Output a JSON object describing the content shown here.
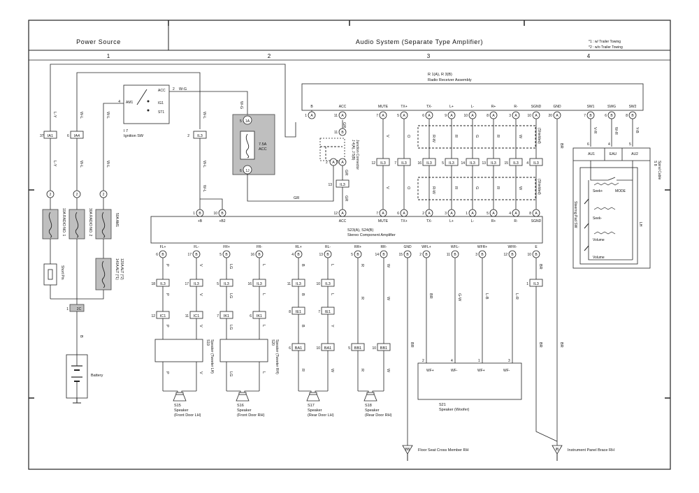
{
  "header": {
    "left_title": "Power Source",
    "right_title": "Audio System (Separate Type Amplifier)",
    "note1": "*1 : w/ Trailer Towing",
    "note2": "*2 : w/o Trailer Towing",
    "columns": [
      "1",
      "2",
      "3",
      "4"
    ]
  },
  "components": {
    "radio": {
      "id": "R 1(A), R 3(B)",
      "name": "Radio Receiver Assembly"
    },
    "amp": {
      "id": "S23(A), S24(B)",
      "name": "Stereo Component Amplifier"
    },
    "ignition": {
      "id": "I 7",
      "name": "Ignition SW",
      "terms": [
        "AM1",
        "ACC",
        "IG1",
        "ST1"
      ]
    },
    "acc_fuse": {
      "id": "7.5A",
      "name": "ACC"
    },
    "junction": {
      "id": "J 4(A), J 5(B)",
      "name": "Junction Connector"
    },
    "fuse_radio1": "10A RADIO NO. 1",
    "fuse_radio2": "30A RADIO NO. 2",
    "fuse_am1": "50A AM1",
    "fuse_alt": "140A ALT (*1)",
    "fuse_alt2": "120A ALT (*2)",
    "short_pin": "Short Pin",
    "battery": "Battery",
    "spiral": {
      "id": "S 8",
      "name": "Spiral Cable"
    },
    "steering": {
      "name": "Steering Pad SW",
      "side": "LH",
      "labels": [
        "Seek+",
        "MODE",
        "Seek-",
        "Volume",
        "Volume"
      ]
    },
    "tw_lh": {
      "id": "S19",
      "name": "Speaker (Tweeter LH)"
    },
    "tw_rh": {
      "id": "S20",
      "name": "Speaker (Tweeter RH)"
    },
    "sp_s15": {
      "id": "S15",
      "name": "Speaker",
      "loc": "(Front Door LH)"
    },
    "sp_s16": {
      "id": "S16",
      "name": "Speaker",
      "loc": "(Front Door RH)"
    },
    "sp_s17": {
      "id": "S17",
      "name": "Speaker",
      "loc": "(Rear Door LH)"
    },
    "sp_s18": {
      "id": "S18",
      "name": "Speaker",
      "loc": "(Rear Door RH)"
    },
    "woofer": {
      "id": "S21",
      "name": "Speaker (Woofer)",
      "pins": [
        "WF+",
        "WF-",
        "WF+",
        "WF-"
      ]
    },
    "ground_bb": {
      "id": "BB",
      "name": "Floor Seat Cross Member RH"
    },
    "ground_ib": {
      "id": "IB",
      "name": "Instrument Panel Brace RH"
    },
    "shielded": "(Shielded)"
  },
  "radio_pins": [
    {
      "name": "B",
      "no": "1"
    },
    {
      "name": "ACC",
      "no": "11"
    },
    {
      "name": "MUTE",
      "no": "7"
    },
    {
      "name": "TX+",
      "no": "5"
    },
    {
      "name": "TX-",
      "no": "6"
    },
    {
      "name": "L+",
      "no": "9"
    },
    {
      "name": "L-",
      "no": "10"
    },
    {
      "name": "R+",
      "no": "8"
    },
    {
      "name": "R-",
      "no": "3"
    },
    {
      "name": "SGND",
      "no": "10"
    },
    {
      "name": "GND",
      "no": "20"
    },
    {
      "name": "SW1",
      "no": "7"
    },
    {
      "name": "SWG",
      "no": "6"
    },
    {
      "name": "SW2",
      "no": "8"
    }
  ],
  "amp_top_pins": [
    {
      "name": "+B",
      "no": "1"
    },
    {
      "name": "+B2",
      "no": "10"
    },
    {
      "name": "ACC",
      "no": "12"
    },
    {
      "name": "MUTE",
      "no": "7"
    },
    {
      "name": "TX+",
      "no": "6"
    },
    {
      "name": "TX-",
      "no": "2"
    },
    {
      "name": "L+",
      "no": "3"
    },
    {
      "name": "L-",
      "no": "1"
    },
    {
      "name": "R+",
      "no": "5"
    },
    {
      "name": "R-",
      "no": "4"
    },
    {
      "name": "SGND",
      "no": "8"
    }
  ],
  "amp_bottom_pins": [
    {
      "name": "FL+",
      "no": "6"
    },
    {
      "name": "FL-",
      "no": "17"
    },
    {
      "name": "FR+",
      "no": "5"
    },
    {
      "name": "FR-",
      "no": "16"
    },
    {
      "name": "RL+",
      "no": "4"
    },
    {
      "name": "RL-",
      "no": "13"
    },
    {
      "name": "RR+",
      "no": "5"
    },
    {
      "name": "RR-",
      "no": "14"
    },
    {
      "name": "GND",
      "no": "15"
    },
    {
      "name": "WFL+",
      "no": "2"
    },
    {
      "name": "WFL-",
      "no": "11"
    },
    {
      "name": "WFR+",
      "no": "3"
    },
    {
      "name": "WFR-",
      "no": "12"
    },
    {
      "name": "E",
      "no": "10"
    }
  ],
  "connectors": {
    "ia1": "IA1",
    "ia4": "IA4",
    "il3": "IL3",
    "ic1": "IC1",
    "ik1": "IK1",
    "ie1": "IE1",
    "ba1": "BA1",
    "bb1": "BB1",
    "j1a": "1A",
    "j1j": "1J",
    "c2c": "2C"
  },
  "wire_colors": {
    "ly": "L-Y",
    "wl": "W-L",
    "wg": "W-G",
    "gr": "GR",
    "v": "V",
    "o": "O",
    "rw": "R-W",
    "r": "R",
    "g": "G",
    "w": "W",
    "p": "P",
    "lg": "LG",
    "l": "L",
    "b": "B",
    "y": "Y",
    "br": "BR",
    "gw": "G-W",
    "lb": "L-B",
    "lr": "L-R",
    "vr": "V-R",
    "wr": "W-R",
    "yb": "Y-B"
  },
  "spiral_pins": [
    "AU1",
    "EAU",
    "AU2"
  ]
}
